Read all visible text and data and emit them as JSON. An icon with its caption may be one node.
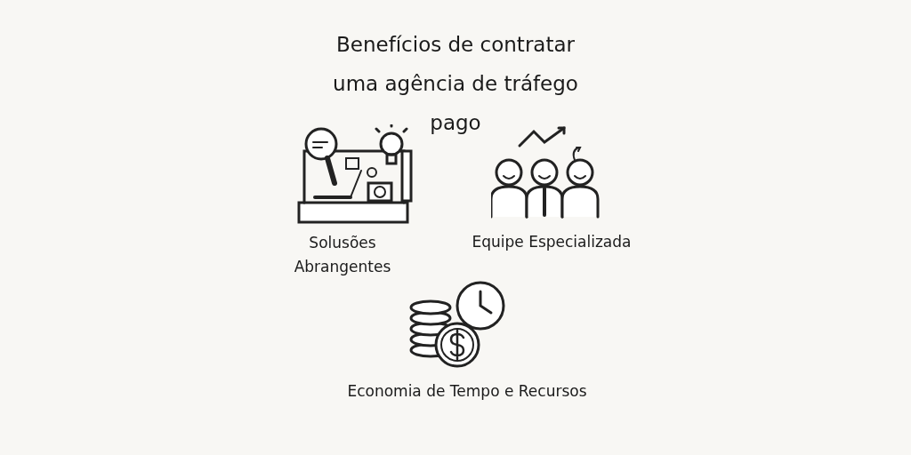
{
  "diagram": {
    "title": "Benefícios de contratar uma agência de tráfego pago",
    "labels": [
      "Solusões Abrangentes",
      "Equipe Especializada",
      "Economia de Tempo e Recursos"
    ]
  }
}
